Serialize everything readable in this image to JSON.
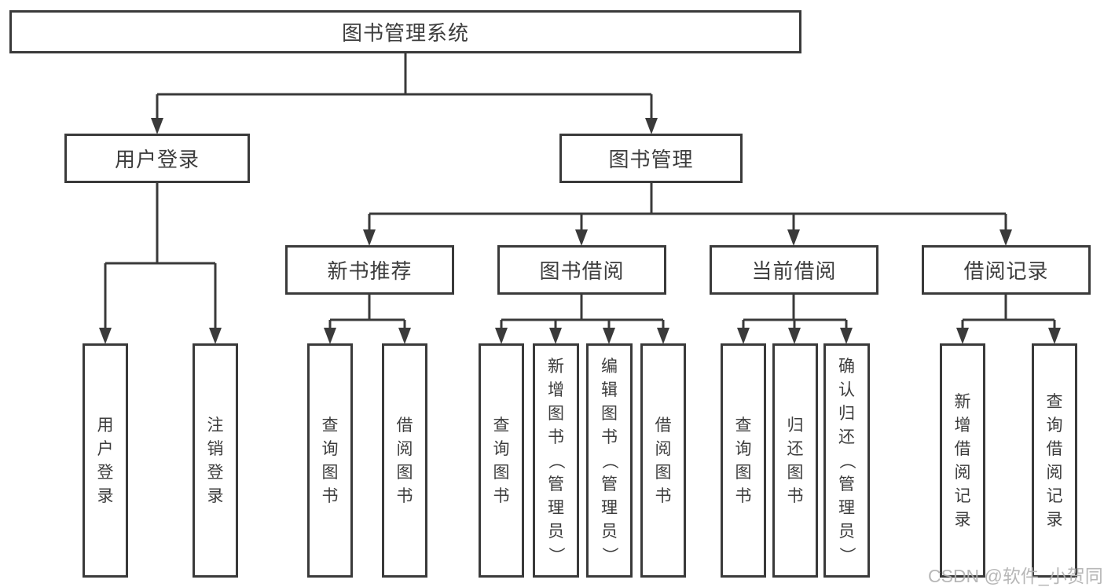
{
  "diagram": {
    "root": {
      "label": "图书管理系统"
    },
    "level1": [
      {
        "label": "用户登录"
      },
      {
        "label": "图书管理"
      }
    ],
    "level2": [
      {
        "label": "新书推荐",
        "parent": "图书管理"
      },
      {
        "label": "图书借阅",
        "parent": "图书管理"
      },
      {
        "label": "当前借阅",
        "parent": "图书管理"
      },
      {
        "label": "借阅记录",
        "parent": "图书管理"
      }
    ],
    "leaves": [
      {
        "label": "用户登录",
        "parent": "用户登录"
      },
      {
        "label": "注销登录",
        "parent": "用户登录"
      },
      {
        "label": "查询图书",
        "parent": "新书推荐"
      },
      {
        "label": "借阅图书",
        "parent": "新书推荐"
      },
      {
        "label": "查询图书",
        "parent": "图书借阅"
      },
      {
        "label": "新增图书（管理员）",
        "parent": "图书借阅"
      },
      {
        "label": "编辑图书（管理员）",
        "parent": "图书借阅"
      },
      {
        "label": "借阅图书",
        "parent": "图书借阅"
      },
      {
        "label": "查询图书",
        "parent": "当前借阅"
      },
      {
        "label": "归还图书",
        "parent": "当前借阅"
      },
      {
        "label": "确认归还（管理员）",
        "parent": "当前借阅"
      },
      {
        "label": "新增借阅记录",
        "parent": "借阅记录"
      },
      {
        "label": "查询借阅记录",
        "parent": "借阅记录"
      }
    ]
  },
  "watermark": {
    "text": "CSDN @软件_小贺同学"
  },
  "colors": {
    "line": "#3a3a3a",
    "text": "#3d3d3d",
    "watermark": "#b0b0b0",
    "background": "#ffffff"
  }
}
